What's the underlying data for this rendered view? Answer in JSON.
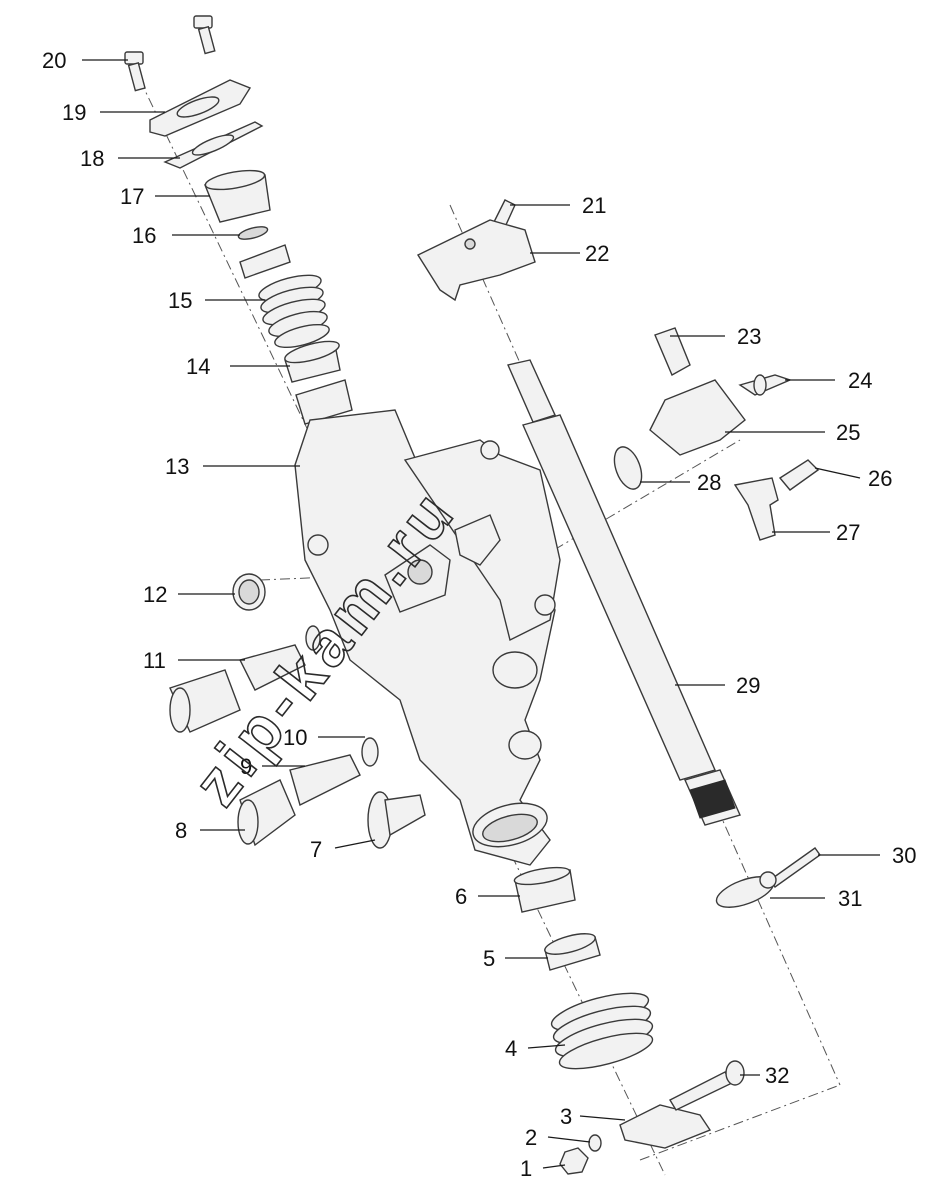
{
  "callouts": {
    "c1": "1",
    "c2": "2",
    "c3": "3",
    "c4": "4",
    "c5": "5",
    "c6": "6",
    "c7": "7",
    "c8": "8",
    "c9": "9",
    "c10": "10",
    "c11": "11",
    "c12": "12",
    "c13": "13",
    "c14": "14",
    "c15": "15",
    "c16": "16",
    "c17": "17",
    "c18": "18",
    "c19": "19",
    "c20": "20",
    "c21": "21",
    "c22": "22",
    "c23": "23",
    "c24": "24",
    "c25": "25",
    "c26": "26",
    "c27": "27",
    "c28": "28",
    "c29": "29",
    "c30": "30",
    "c31": "31",
    "c32": "32"
  },
  "watermark": "zip-kam.ru"
}
